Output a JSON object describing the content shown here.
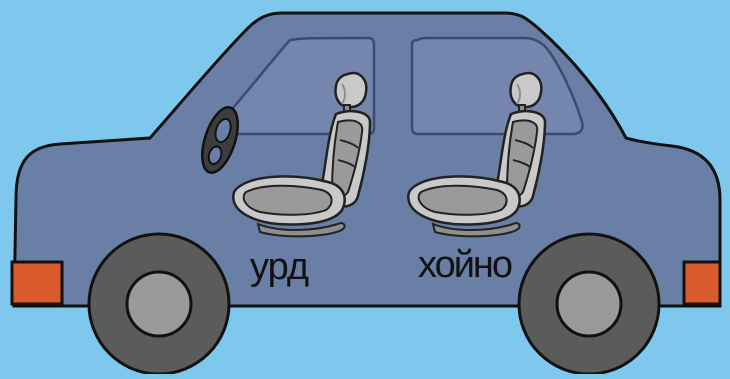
{
  "scene": {
    "background_color": "#7ec8ee",
    "car_body_color": "#6a7fa5",
    "window_color": "#7486ad",
    "light_color": "#d95a2c",
    "tire_color": "#5b5b5b",
    "hub_color": "#9a9a9a",
    "seat_light_color": "#c9c9c9",
    "seat_dark_color": "#8e8e8e"
  },
  "labels": {
    "front_seat": "урд",
    "back_seat": "хойно"
  },
  "icons": [
    "car-body",
    "steering-wheel-icon",
    "car-seat-icon",
    "wheel-icon",
    "light-icon"
  ]
}
